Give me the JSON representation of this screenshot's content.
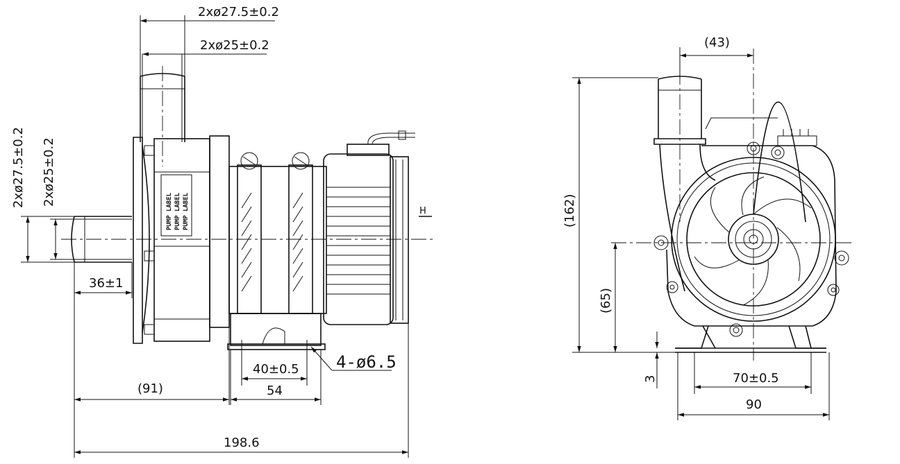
{
  "side_view": {
    "outlet_outer_dia": "2xø27.5±0.2",
    "outlet_inner_dia": "2xø25±0.2",
    "inlet_outer_dia": "2xø27.5±0.2",
    "inlet_inner_dia": "2xø25±0.2",
    "inlet_length": "36±1",
    "mount_hole_spacing": "40±0.5",
    "mount_base_width": "54",
    "mount_holes": "4-ø6.5",
    "pump_head_ref": "(91)",
    "overall_length": "198.6",
    "section_mark": "H"
  },
  "front_view": {
    "outlet_offset_ref": "(43)",
    "overall_height_ref": "(162)",
    "center_height_ref": "(65)",
    "base_thickness": "3",
    "foot_hole_spacing": "70±0.5",
    "foot_width": "90"
  }
}
